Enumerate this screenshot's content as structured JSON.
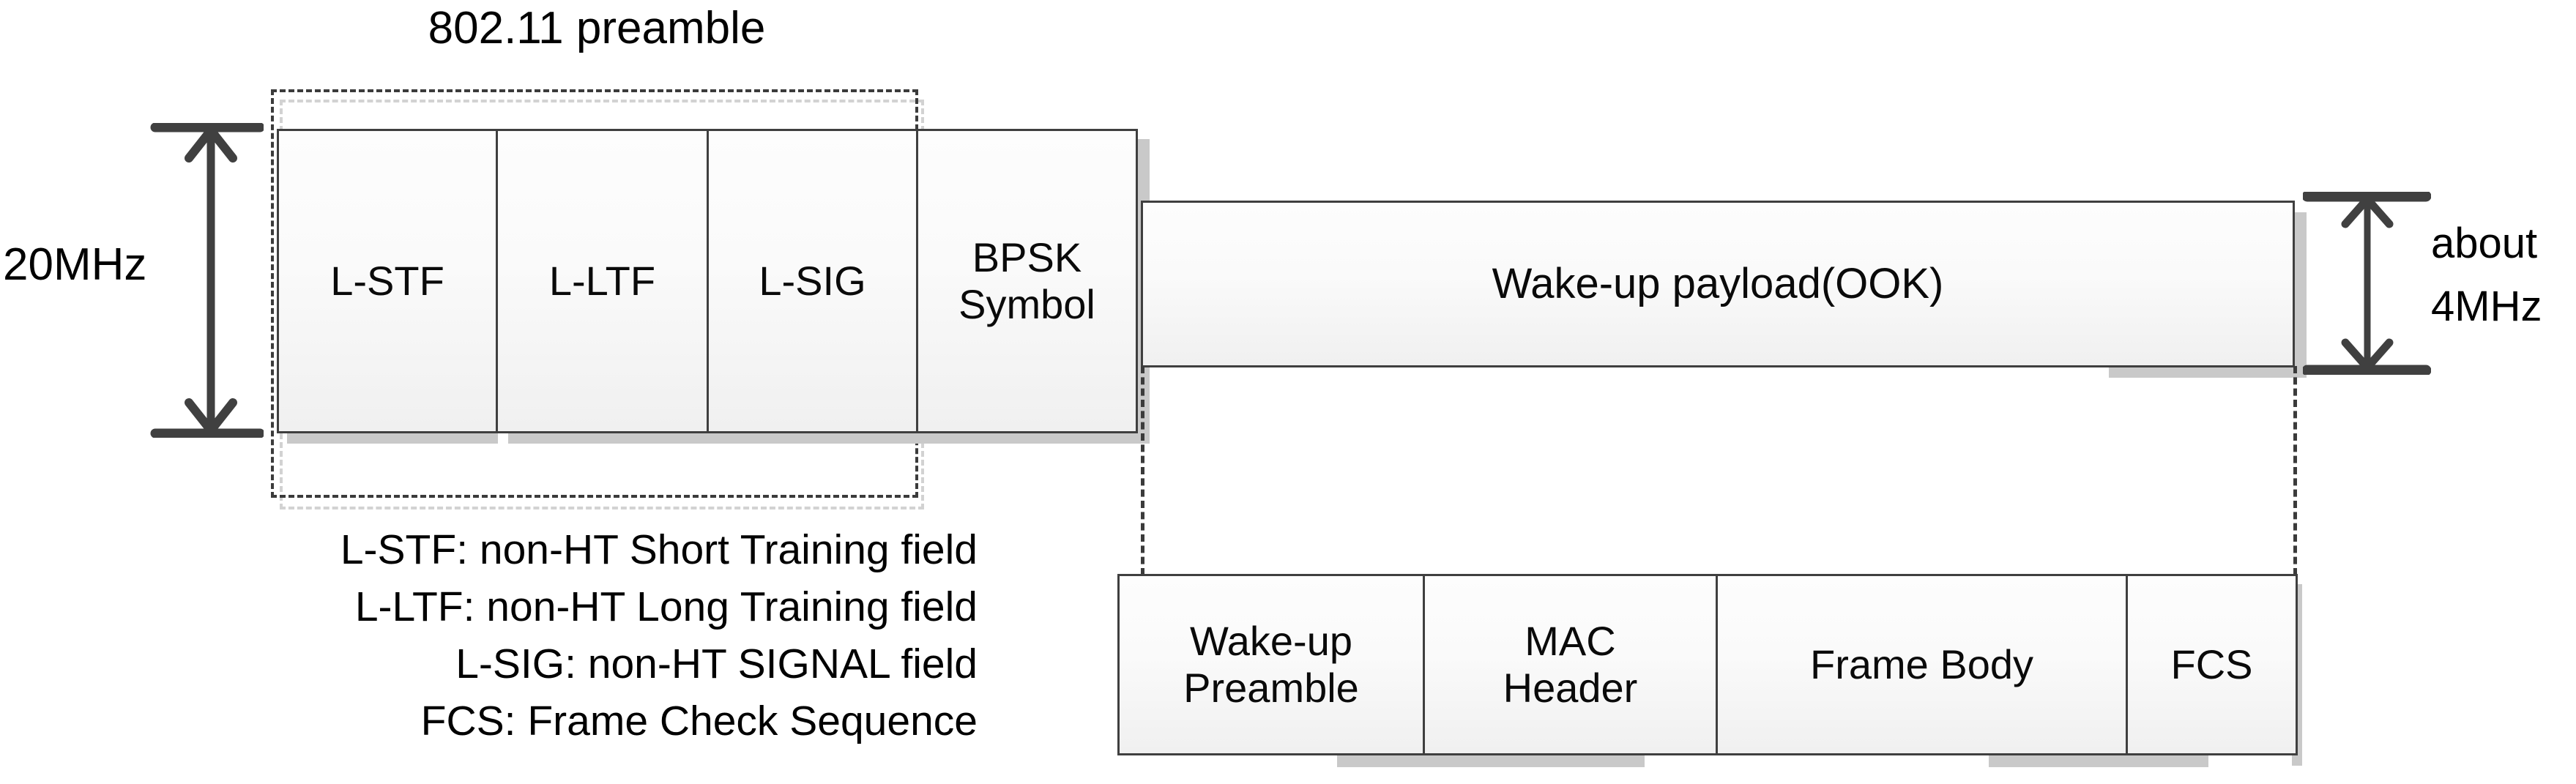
{
  "diagram": {
    "title": "802.11 preamble",
    "dimensions": {
      "vertical_left": "20MHz",
      "vertical_right_line1": "about",
      "vertical_right_line2": "4MHz"
    },
    "preamble_fields": [
      {
        "label": "L-STF",
        "line1": "L-STF",
        "line2": ""
      },
      {
        "label": "L-LTF",
        "line1": "L-LTF",
        "line2": ""
      },
      {
        "label": "L-SIG",
        "line1": "L-SIG",
        "line2": ""
      },
      {
        "label": "BPSK Symbol",
        "line1": "BPSK",
        "line2": "Symbol"
      }
    ],
    "payload": {
      "label": "Wake-up payload(OOK)"
    },
    "frame_fields": [
      {
        "label": "Wake-up Preamble",
        "line1": "Wake-up",
        "line2": "Preamble"
      },
      {
        "label": "MAC Header",
        "line1": "MAC",
        "line2": "Header"
      },
      {
        "label": "Frame Body",
        "line1": "Frame Body",
        "line2": ""
      },
      {
        "label": "FCS",
        "line1": "FCS",
        "line2": ""
      }
    ],
    "legend": [
      "L-STF: non-HT Short Training field",
      "L-LTF: non-HT Long Training field",
      "L-SIG: non-HT SIGNAL field",
      "FCS: Frame Check Sequence"
    ],
    "colors": {
      "line": "#3f3f3f",
      "dash": "#3b3b3b",
      "dash_ghost": "#d2d2d2",
      "box_fill_top": "#fdfdfd",
      "box_fill_bottom": "#f0f0f0",
      "shadow": "#c9c9c9",
      "text": "#0a0a0a"
    }
  }
}
